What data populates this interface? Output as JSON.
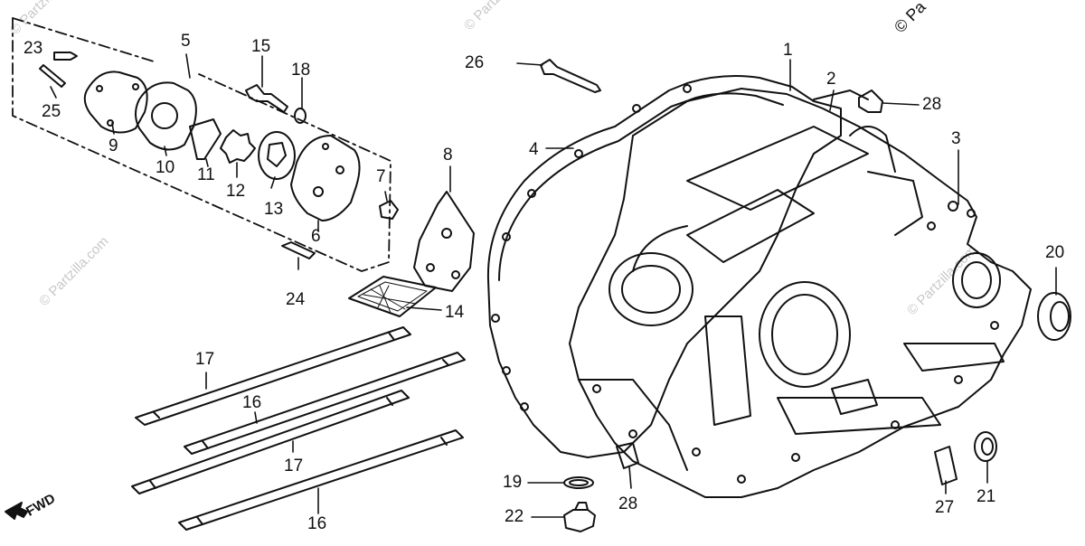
{
  "diagram": {
    "callouts": [
      {
        "id": "c1",
        "text": "1"
      },
      {
        "id": "c2",
        "text": "2"
      },
      {
        "id": "c3",
        "text": "3"
      },
      {
        "id": "c4",
        "text": "4"
      },
      {
        "id": "c5",
        "text": "5"
      },
      {
        "id": "c6",
        "text": "6"
      },
      {
        "id": "c7",
        "text": "7"
      },
      {
        "id": "c8",
        "text": "8"
      },
      {
        "id": "c9",
        "text": "9"
      },
      {
        "id": "c10",
        "text": "10"
      },
      {
        "id": "c11",
        "text": "11"
      },
      {
        "id": "c12",
        "text": "12"
      },
      {
        "id": "c13",
        "text": "13"
      },
      {
        "id": "c14",
        "text": "14"
      },
      {
        "id": "c15",
        "text": "15"
      },
      {
        "id": "c16a",
        "text": "16"
      },
      {
        "id": "c16b",
        "text": "16"
      },
      {
        "id": "c17a",
        "text": "17"
      },
      {
        "id": "c17b",
        "text": "17"
      },
      {
        "id": "c18",
        "text": "18"
      },
      {
        "id": "c19",
        "text": "19"
      },
      {
        "id": "c20",
        "text": "20"
      },
      {
        "id": "c21",
        "text": "21"
      },
      {
        "id": "c22",
        "text": "22"
      },
      {
        "id": "c23",
        "text": "23"
      },
      {
        "id": "c24",
        "text": "24"
      },
      {
        "id": "c25",
        "text": "25"
      },
      {
        "id": "c26",
        "text": "26"
      },
      {
        "id": "c27",
        "text": "27"
      },
      {
        "id": "c28a",
        "text": "28"
      },
      {
        "id": "c28b",
        "text": "28"
      }
    ],
    "direction_label": "FWD",
    "copyright_mark": "© Pa",
    "watermark_text": "© Partzilla.com"
  }
}
